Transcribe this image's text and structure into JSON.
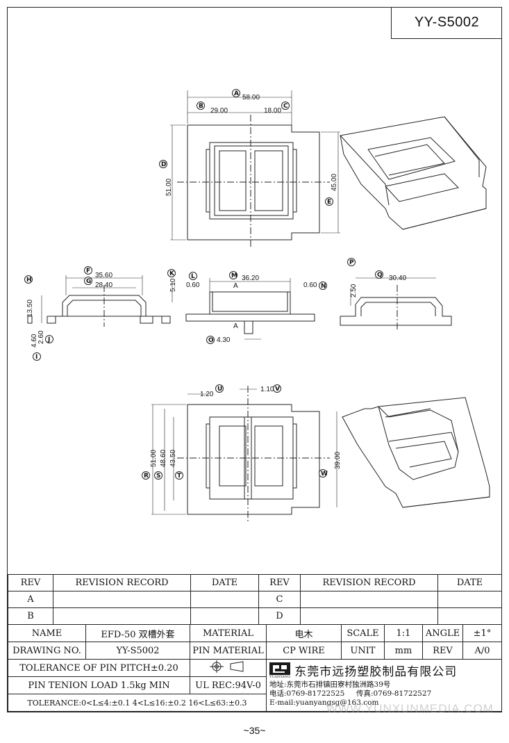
{
  "drawing_no_top": "YY-S5002",
  "dims": {
    "a": "58.00",
    "b": "29.00",
    "c": "18.00",
    "d": "51.00",
    "e": "45.00",
    "f": "35.60",
    "g": "28.40",
    "h": "13.50",
    "i": "4.60",
    "j": "2.60",
    "k": "5.10",
    "l": "0.60",
    "m": "36.20",
    "n": "0.60",
    "o": "4.30",
    "p": "2.50",
    "q": "30.40",
    "r": "51.00",
    "s": "48.60",
    "t": "43.50",
    "u": "1.20",
    "v": "1.10",
    "w": "39.00",
    "section_mark": "A"
  },
  "tags": [
    "A",
    "B",
    "C",
    "D",
    "E",
    "F",
    "G",
    "H",
    "K",
    "L",
    "M",
    "N",
    "O",
    "P",
    "Q",
    "R",
    "S",
    "T",
    "U",
    "V",
    "W",
    "I",
    "J"
  ],
  "revision": {
    "rev_header": "REV",
    "record_header": "REVISION RECORD",
    "date_header": "DATE",
    "left_rows": [
      "A",
      "B"
    ],
    "right_rows": [
      "C",
      "D"
    ]
  },
  "title_block": {
    "name_label": "NAME",
    "name_value": "EFD-50 双槽外套",
    "material_label": "MATERIAL",
    "material_value": "电木",
    "scale_label": "SCALE",
    "scale_value": "1:1",
    "angle_label": "ANGLE",
    "angle_value": "±1°",
    "drawing_no_label": "DRAWING NO.",
    "drawing_no_value": "YY-S5002",
    "pin_material_label": "PIN MATERIAL",
    "pin_material_value": "CP WIRE",
    "unit_label": "UNIT",
    "unit_value": "mm",
    "rev_label": "REV",
    "rev_value": "A/0",
    "tolerance_pitch": "TOLERANCE OF PIN PITCH±0.20",
    "pin_load": "PIN TENION LOAD 1.5kg MIN",
    "ul_rec": "UL REC:94V-0",
    "tolerance_line": "TOLERANCE:0<L≤4:±0.1  4<L≤16:±0.2  16<L≤63:±0.3",
    "company_name": "东莞市远扬塑胶制品有限公司",
    "logo_caption": "YUANYANG",
    "address": "地址:东莞市石排镇田寮村独洲路39号",
    "phone": "电话:0769-81722525",
    "fax": "传真:0769-81722527",
    "email": "E-mail:yuanyangsg@163.com"
  },
  "page_number": "~35~",
  "watermark": "WWW.YUNXUNMEDIA.COM"
}
